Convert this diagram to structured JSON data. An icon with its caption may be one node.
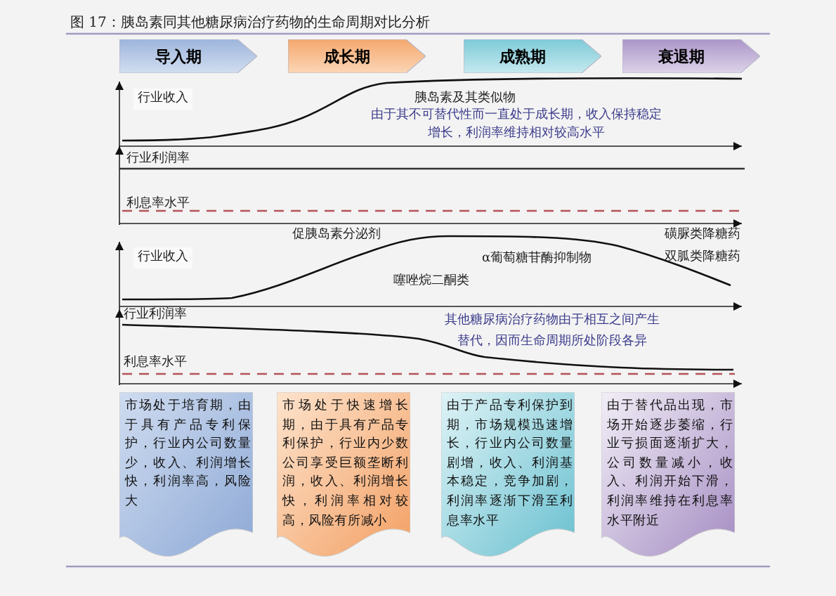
{
  "diagram": {
    "title": "图 17：胰岛素同其他糖尿病治疗药物的生命周期对比分析",
    "nodes": [
      {
        "text": [
          "导入期"
        ]
      },
      {
        "text": [
          "成长期"
        ]
      },
      {
        "text": [
          "成熟期"
        ]
      },
      {
        "text": [
          "衰退期"
        ]
      },
      {
        "text": [
          "市场处于培育期，由于具有产品专利保护，行业内公司数量少，收入、利润增长快，利润率高，风险大"
        ]
      },
      {
        "text": [
          "市场处于快速增长期，由于具有产品专利保护，行业内少数公司享受巨额垄断利润，收入、利润增长快，利润率相对较高，风险有所减小"
        ]
      },
      {
        "text": [
          "由于产品专利保护到期，市场规模迅速增长，行业内公司数量剧增，收入、利润基本稳定，竞争加剧，利润率逐渐下滑至利息率水平"
        ]
      },
      {
        "text": [
          "由于替代品出现，市场开始逐步萎缩，行业亏损面逐渐扩大，公司数量减小，收入、利润开始下滑，利润率维持在利息率水平附近"
        ]
      }
    ],
    "edges": [],
    "labels": [
      "行业收入",
      "胰岛素及其类似物",
      "由于其不可替代性而一直处于成长期，收入保持稳定增长，利润率维持相对较高水平",
      "行业利润率",
      "利息率水平",
      "促胰岛素分泌剂",
      "磺脲类降糖药",
      "行业收入",
      "α葡萄糖苷酶抑制物",
      "双胍类降糖药",
      "噻唑烷二酮类",
      "其他糖尿病治疗药物由于相互之间产生替代，因而生命周期所处阶段各异",
      "行业利润率",
      "利息率水平"
    ]
  }
}
